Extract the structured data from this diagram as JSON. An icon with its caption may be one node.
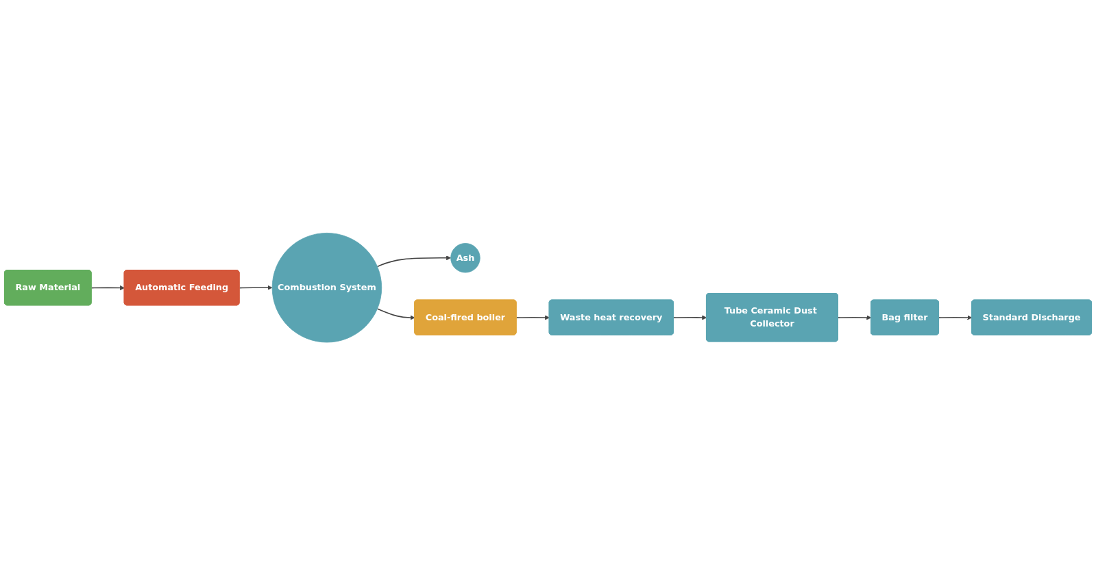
{
  "diagram": {
    "nodes": [
      {
        "text": [
          "Raw Material"
        ]
      },
      {
        "text": [
          "Automatic Feeding"
        ]
      },
      {
        "text": [
          "Combustion System"
        ]
      },
      {
        "text": [
          "Ash"
        ]
      },
      {
        "text": [
          "Coal-fired boiler"
        ]
      },
      {
        "text": [
          "Waste heat recovery"
        ]
      },
      {
        "text": [
          "Tube Ceramic Dust Collector"
        ]
      },
      {
        "text": [
          "Bag filter"
        ]
      },
      {
        "text": [
          "Standard Discharge"
        ]
      }
    ],
    "edges": [
      {
        "from": 0,
        "to": 1,
        "arrow": "to"
      },
      {
        "from": 1,
        "to": 2,
        "arrow": "to"
      },
      {
        "from": 2,
        "to": 3,
        "arrow": "to"
      },
      {
        "from": 2,
        "to": 4,
        "arrow": "to"
      },
      {
        "from": 4,
        "to": 5,
        "arrow": "to"
      },
      {
        "from": 5,
        "to": 6,
        "arrow": "to"
      },
      {
        "from": 6,
        "to": 7,
        "arrow": "to"
      },
      {
        "from": 7,
        "to": 8,
        "arrow": "to"
      }
    ]
  }
}
